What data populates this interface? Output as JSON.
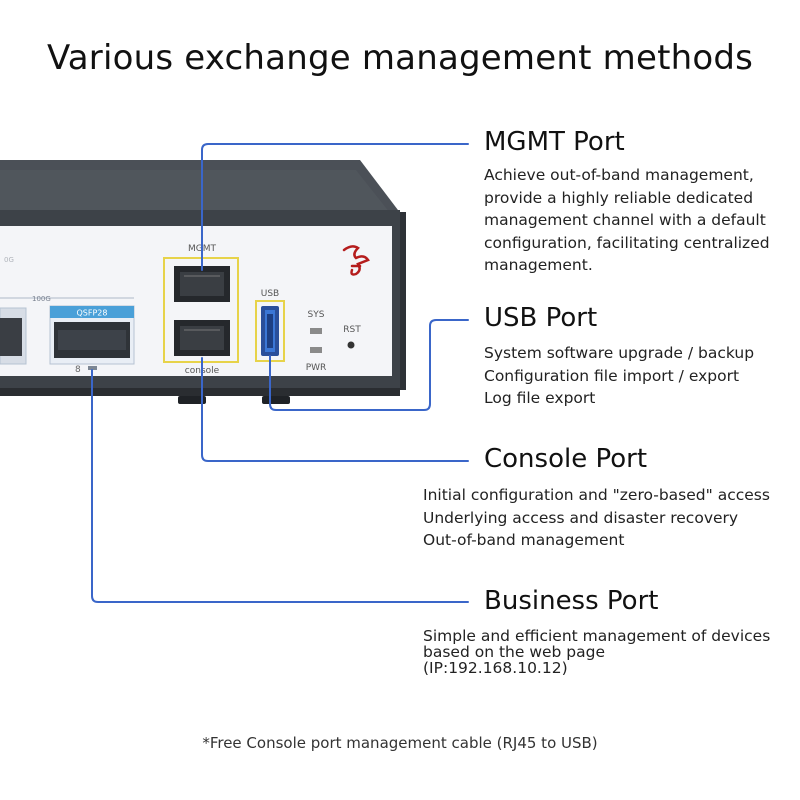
{
  "title": "Various exchange management methods",
  "device_labels": {
    "mgmt": "MGMT",
    "console": "console",
    "usb": "USB",
    "sys": "SYS",
    "pwr": "PWR",
    "rst": "RST",
    "qsfp": "QSFP28",
    "speed_100g": "100G",
    "port_number": "8",
    "speed_faint": "0G"
  },
  "sections": {
    "mgmt": {
      "heading": "MGMT Port",
      "lines": [
        "Achieve out-of-band management,",
        "provide a highly reliable dedicated",
        "management channel with a default",
        "configuration, facilitating centralized",
        "management."
      ]
    },
    "usb": {
      "heading": "USB Port",
      "lines": [
        "System software upgrade / backup",
        "Configuration file import / export",
        "Log file export"
      ]
    },
    "console": {
      "heading": "Console Port",
      "lines": [
        "Initial configuration and \"zero-based\" access",
        "Underlying access and disaster recovery",
        "Out-of-band management"
      ]
    },
    "business": {
      "heading": "Business Port",
      "lines": [
        "Simple and efficient management of devices",
        "based on the web page",
        "(IP:192.168.10.12)"
      ]
    }
  },
  "footnote": "*Free Console port management cable (RJ45 to USB)",
  "colors": {
    "callout_line": "#3a66c9",
    "highlight_box": "#e7d34a",
    "chassis": "#3f444a",
    "faceplate": "#f4f5f8",
    "led": "#8a8a8a",
    "logo_red": "#b51d1d"
  }
}
